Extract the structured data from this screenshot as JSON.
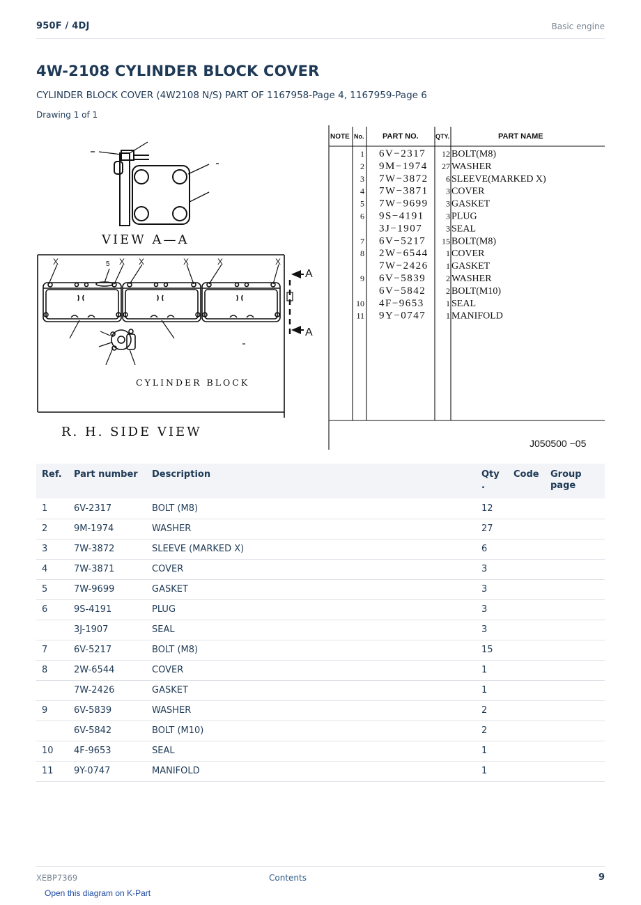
{
  "header": {
    "model": "950F  /  4DJ",
    "section": "Basic engine"
  },
  "title": "4W-2108 CYLINDER BLOCK COVER",
  "subtitle": "CYLINDER BLOCK COVER (4W2108 N/S) PART OF 1167958-Page 4, 1167959-Page 6",
  "drawing_count": "Drawing 1 of 1",
  "diagram": {
    "view_label": "VIEW  A—A",
    "block_label": "CYLINDER  BLOCK",
    "side_label": "R. H.   SIDE  VIEW",
    "arrow_label": "A",
    "callout_x": "X",
    "callout_5": "5",
    "drawing_code": "J050500  −05",
    "scan_headers": {
      "note": "NOTE",
      "no": "No.",
      "part_no": "PART NO.",
      "qty": "QTY.",
      "part_name": "PART NAME"
    },
    "scan_rows": [
      {
        "no": "1",
        "part": "6V−2317",
        "qty": "12",
        "name": "BOLT(M8)"
      },
      {
        "no": "2",
        "part": "9M−1974",
        "qty": "27",
        "name": "WASHER"
      },
      {
        "no": "3",
        "part": "7W−3872",
        "qty": "6",
        "name": "SLEEVE(MARKED X)"
      },
      {
        "no": "4",
        "part": "7W−3871",
        "qty": "3",
        "name": "COVER"
      },
      {
        "no": "5",
        "part": "7W−9699",
        "qty": "3",
        "name": "GASKET"
      },
      {
        "no": "6",
        "part": "9S−4191",
        "qty": "3",
        "name": "PLUG"
      },
      {
        "no": "",
        "part": "3J−1907",
        "qty": "3",
        "name": "SEAL"
      },
      {
        "no": "7",
        "part": "6V−5217",
        "qty": "15",
        "name": "BOLT(M8)"
      },
      {
        "no": "8",
        "part": "2W−6544",
        "qty": "1",
        "name": "COVER"
      },
      {
        "no": "",
        "part": "7W−2426",
        "qty": "1",
        "name": "GASKET"
      },
      {
        "no": "9",
        "part": "6V−5839",
        "qty": "2",
        "name": "WASHER"
      },
      {
        "no": "",
        "part": "6V−5842",
        "qty": "2",
        "name": "BOLT(M10)"
      },
      {
        "no": "10",
        "part": "4F−9653",
        "qty": "1",
        "name": "SEAL"
      },
      {
        "no": "11",
        "part": "9Y−0747",
        "qty": "1",
        "name": "MANIFOLD"
      }
    ]
  },
  "table": {
    "headers": {
      "ref": "Ref.",
      "part_number": "Part number",
      "description": "Description",
      "qty": "Qty\n.",
      "code": "Code",
      "group_page": "Group page"
    },
    "rows": [
      {
        "ref": "1",
        "part_number": "6V-2317",
        "description": "BOLT (M8)",
        "qty": "12",
        "code": "",
        "group_page": ""
      },
      {
        "ref": "2",
        "part_number": "9M-1974",
        "description": "WASHER",
        "qty": "27",
        "code": "",
        "group_page": ""
      },
      {
        "ref": "3",
        "part_number": "7W-3872",
        "description": "SLEEVE (MARKED X)",
        "qty": "6",
        "code": "",
        "group_page": ""
      },
      {
        "ref": "4",
        "part_number": "7W-3871",
        "description": "COVER",
        "qty": "3",
        "code": "",
        "group_page": ""
      },
      {
        "ref": "5",
        "part_number": "7W-9699",
        "description": "GASKET",
        "qty": "3",
        "code": "",
        "group_page": ""
      },
      {
        "ref": "6",
        "part_number": "9S-4191",
        "description": "PLUG",
        "qty": "3",
        "code": "",
        "group_page": ""
      },
      {
        "ref": "",
        "part_number": "3J-1907",
        "description": "SEAL",
        "qty": "3",
        "code": "",
        "group_page": ""
      },
      {
        "ref": "7",
        "part_number": "6V-5217",
        "description": "BOLT (M8)",
        "qty": "15",
        "code": "",
        "group_page": ""
      },
      {
        "ref": "8",
        "part_number": "2W-6544",
        "description": "COVER",
        "qty": "1",
        "code": "",
        "group_page": ""
      },
      {
        "ref": "",
        "part_number": "7W-2426",
        "description": "GASKET",
        "qty": "1",
        "code": "",
        "group_page": ""
      },
      {
        "ref": "9",
        "part_number": "6V-5839",
        "description": "WASHER",
        "qty": "2",
        "code": "",
        "group_page": ""
      },
      {
        "ref": "",
        "part_number": "6V-5842",
        "description": "BOLT (M10)",
        "qty": "2",
        "code": "",
        "group_page": ""
      },
      {
        "ref": "10",
        "part_number": "4F-9653",
        "description": "SEAL",
        "qty": "1",
        "code": "",
        "group_page": ""
      },
      {
        "ref": "11",
        "part_number": "9Y-0747",
        "description": "MANIFOLD",
        "qty": "1",
        "code": "",
        "group_page": ""
      }
    ]
  },
  "footer": {
    "doc_id": "XEBP7369",
    "contents_link": "Contents",
    "page_number": "9",
    "kpart_link": "Open this diagram on K-Part"
  }
}
